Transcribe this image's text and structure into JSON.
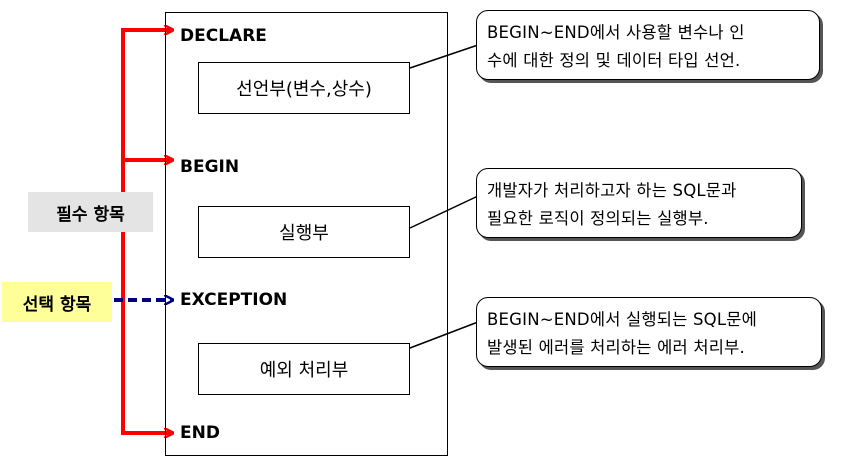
{
  "sections": {
    "declare": "DECLARE",
    "begin": "BEGIN",
    "exception": "EXCEPTION",
    "end": "END"
  },
  "boxes": {
    "declare_box": "선언부(변수,상수)",
    "begin_box": "실행부",
    "exception_box": "예외 처리부"
  },
  "callouts": {
    "declare_callout": [
      "BEGIN~END에서 사용할 변수나 인",
      "수에 대한 정의 및 데이터 타입 선언."
    ],
    "begin_callout": [
      "개발자가 처리하고자 하는 SQL문과",
      "필요한 로직이 정의되는 실행부."
    ],
    "exception_callout": [
      "BEGIN~END에서 실행되는 SQL문에",
      "발생된 에러를 처리하는 에러 처리부."
    ]
  },
  "tags": {
    "required": "필수 항목",
    "optional": "선택 항목"
  },
  "colors": {
    "required_arrow": "#ff0000",
    "optional_arrow": "#000080",
    "optional_tag_bg": "#ffff99",
    "required_tag_bg": "#e4e4e4"
  }
}
